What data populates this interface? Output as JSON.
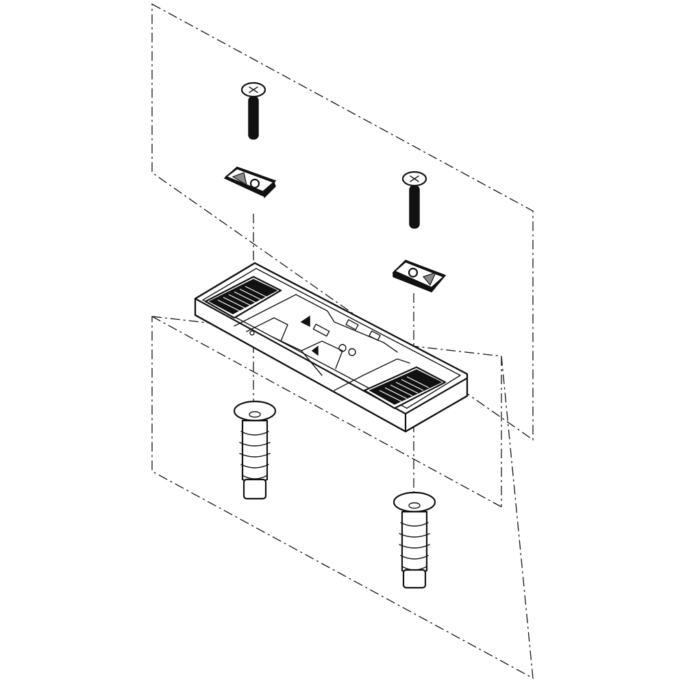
{
  "diagram": {
    "parts": [
      "screw",
      "square-nut",
      "base-plate",
      "anchor-plug"
    ],
    "colors": {
      "line": "#111111",
      "background": "#ffffff"
    }
  }
}
